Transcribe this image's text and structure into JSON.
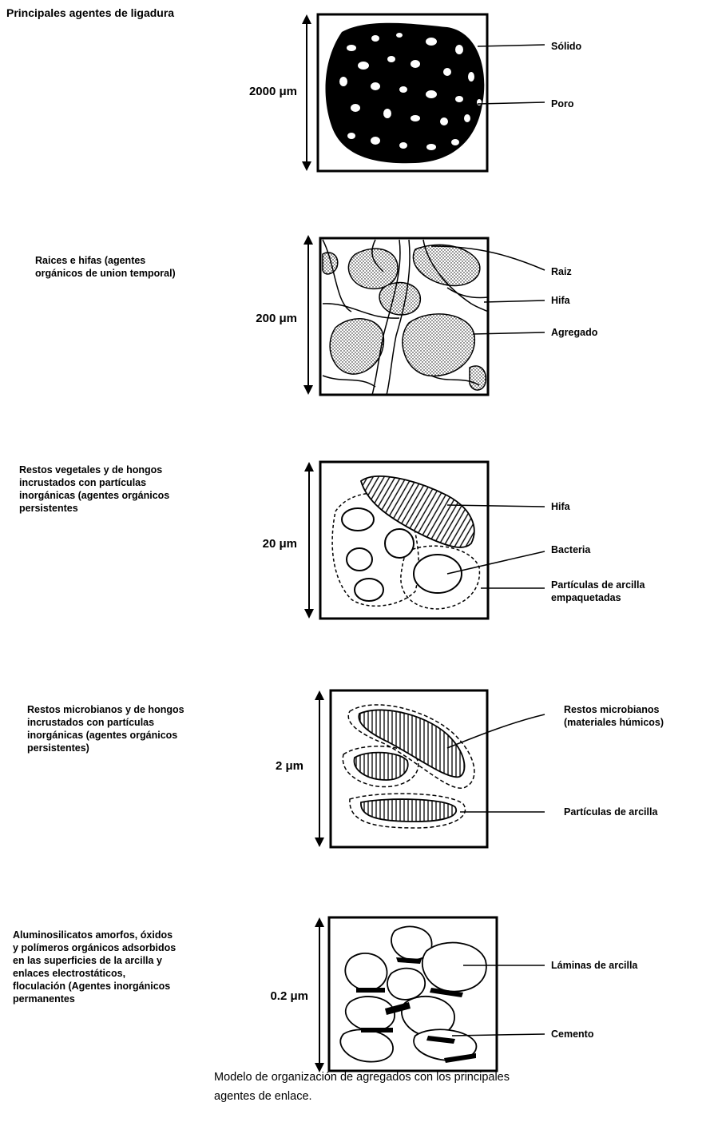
{
  "title": "Principales agentes de ligadura",
  "levels": [
    {
      "scale": "2000 μm",
      "description": "",
      "labels": [
        "Sólido",
        "Poro"
      ]
    },
    {
      "scale": "200 μm",
      "description": "Raices e hifas (agentes\norgánicos de union temporal)",
      "labels": [
        "Raiz",
        "Hifa",
        "Agregado"
      ]
    },
    {
      "scale": "20 μm",
      "description": "Restos vegetales y de hongos\nincrustados con partículas\ninorgánicas (agentes orgánicos\npersistentes",
      "labels": [
        "Hifa",
        "Bacteria",
        "Partículas de arcilla\nempaquetadas"
      ]
    },
    {
      "scale": "2 μm",
      "description": "Restos microbianos y de hongos\nincrustados con partículas\ninorgánicas (agentes orgánicos\npersistentes)",
      "labels": [
        "Restos microbianos\n(materiales húmicos)",
        "Partículas de arcilla"
      ]
    },
    {
      "scale": "0.2 μm",
      "description": "Aluminosilicatos amorfos, óxidos\ny polímeros orgánicos adsorbidos\nen las superficies de la arcilla y\nenlaces electrostáticos,\nfloculación (Agentes inorgánicos\npermanentes",
      "labels": [
        "Láminas de arcilla",
        "Cemento"
      ]
    }
  ],
  "caption": "Modelo de organización de agregados con los principales\nagentes de enlace."
}
